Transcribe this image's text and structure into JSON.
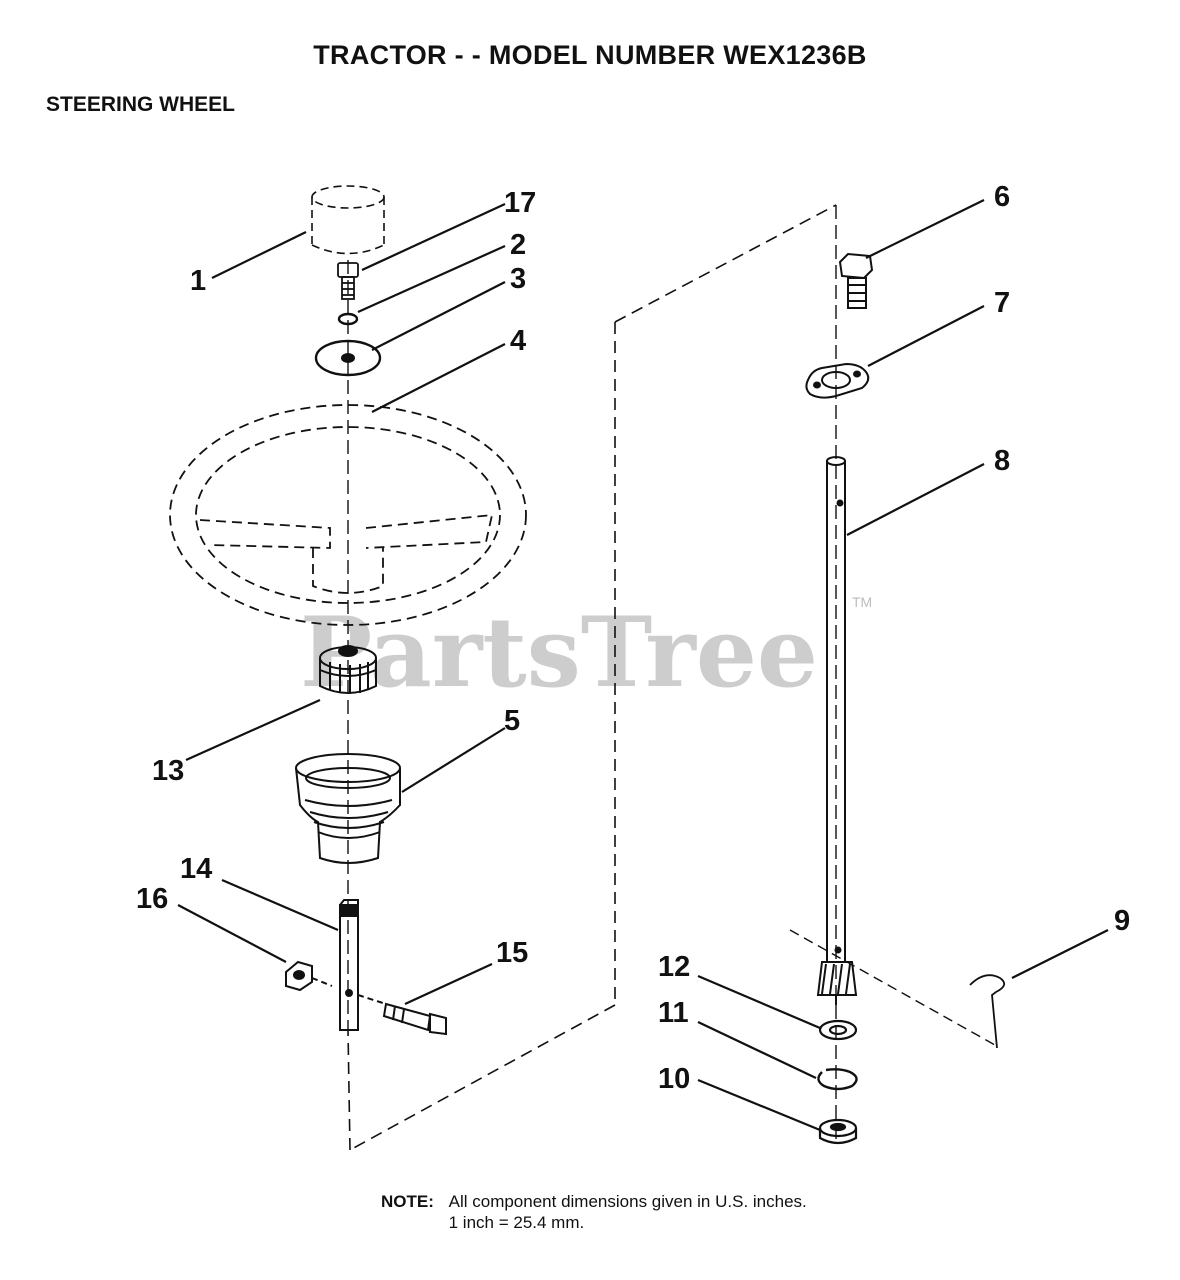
{
  "header": {
    "title": "TRACTOR - - MODEL NUMBER WEX1236B",
    "subtitle": "STEERING WHEEL"
  },
  "callouts": [
    "1",
    "17",
    "2",
    "3",
    "4",
    "13",
    "5",
    "14",
    "16",
    "15",
    "6",
    "7",
    "8",
    "9",
    "12",
    "11",
    "10"
  ],
  "watermark": {
    "text": "PartsTree",
    "mark": "TM"
  },
  "note": {
    "label": "NOTE:",
    "line1": "All component dimensions given in U.S. inches.",
    "line2": "1 inch = 25.4 mm."
  }
}
